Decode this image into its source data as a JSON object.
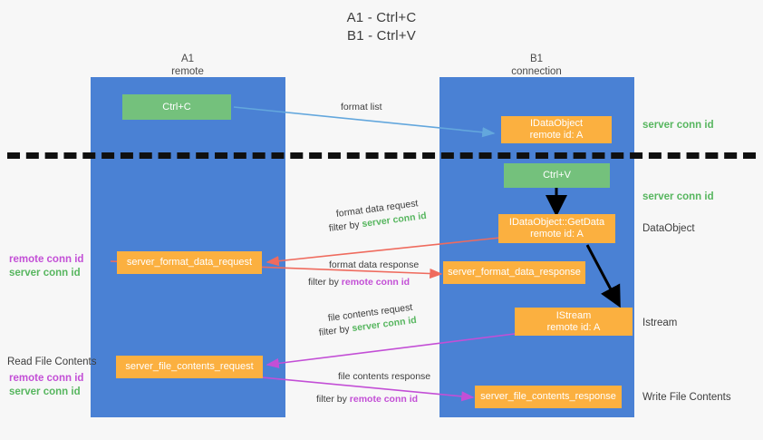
{
  "title": {
    "line1": "A1 - Ctrl+C",
    "line2": "B1 - Ctrl+V"
  },
  "lanes": [
    {
      "id": "a1",
      "name": "A1",
      "sub": "remote"
    },
    {
      "id": "b1",
      "name": "B1",
      "sub": "connection"
    }
  ],
  "nodes": {
    "ctrl_c": {
      "line1": "Ctrl+C"
    },
    "ctrl_v": {
      "line1": "Ctrl+V"
    },
    "idataobject": {
      "line1": "IDataObject",
      "line2": "remote id: A"
    },
    "getdata": {
      "line1": "IDataObject::GetData",
      "line2": "remote id: A"
    },
    "istream": {
      "line1": "IStream",
      "line2": "remote id: A"
    },
    "fmt_req": {
      "line1": "server_format_data_request"
    },
    "fmt_resp": {
      "line1": "server_format_data_response"
    },
    "file_req": {
      "line1": "server_file_contents_request"
    },
    "file_resp": {
      "line1": "server_file_contents_response"
    }
  },
  "edges": {
    "format_list": "format list",
    "fmt_data_request": "format data request",
    "fmt_data_request_filter_prefix": "filter by ",
    "fmt_data_request_filter_value": "server conn id",
    "fmt_data_response": "format data response",
    "fmt_data_response_filter_prefix": "filter by ",
    "fmt_data_response_filter_value": "remote conn id",
    "file_contents_request": "file contents request",
    "file_contents_request_filter_prefix": "filter by ",
    "file_contents_request_filter_value": "server conn id",
    "file_contents_response": "file contents response",
    "file_contents_response_filter_prefix": "filter by ",
    "file_contents_response_filter_value": "remote conn id"
  },
  "right_labels": {
    "server_conn_id_top": "server conn id",
    "server_conn_id_mid": "server conn id",
    "dataobject": "DataObject",
    "istream": "Istream",
    "write_file_contents": "Write File Contents"
  },
  "left_labels": {
    "remote_conn_id_upper": "remote conn id",
    "server_conn_id_upper": "server conn id",
    "read_file_contents": "Read File Contents",
    "remote_conn_id_lower": "remote conn id",
    "server_conn_id_lower": "server conn id"
  },
  "colors": {
    "background": "#f7f7f7",
    "lane": "#4a81d4",
    "green_node": "#74c17c",
    "orange_node": "#fbb040",
    "green_text": "#57b65f",
    "magenta_text": "#c34fd6",
    "arrow_blue": "#63a7dd",
    "arrow_red": "#ef6b5e",
    "arrow_magenta": "#c34fd6",
    "arrow_black": "#000000",
    "divider": "#101010"
  }
}
